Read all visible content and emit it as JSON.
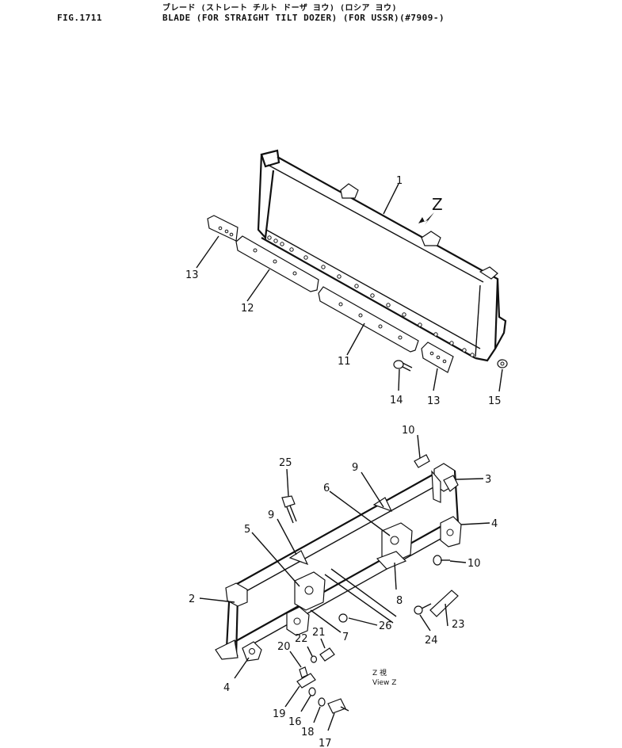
{
  "header": {
    "fig_no": "FIG.1711",
    "title_jp": "ブレード (ストレート チルト ドーザ ヨウ) (ロシア ヨウ)",
    "title_en": "BLADE (FOR STRAIGHT TILT DOZER) (FOR USSR)(#7909-)"
  },
  "view_marker": "Z",
  "view_caption": {
    "jp": "Z  視",
    "en": "View Z"
  },
  "callouts": {
    "c1": "1",
    "c2": "2",
    "c3": "3",
    "c4a": "4",
    "c4b": "4",
    "c5": "5",
    "c6": "6",
    "c7": "7",
    "c8": "8",
    "c9a": "9",
    "c9b": "9",
    "c10a": "10",
    "c10b": "10",
    "c11": "11",
    "c12": "12",
    "c13a": "13",
    "c13b": "13",
    "c14": "14",
    "c15": "15",
    "c16": "16",
    "c17": "17",
    "c18": "18",
    "c19": "19",
    "c20": "20",
    "c21": "21",
    "c22": "22",
    "c23": "23",
    "c24": "24",
    "c25": "25",
    "c26": "26"
  }
}
